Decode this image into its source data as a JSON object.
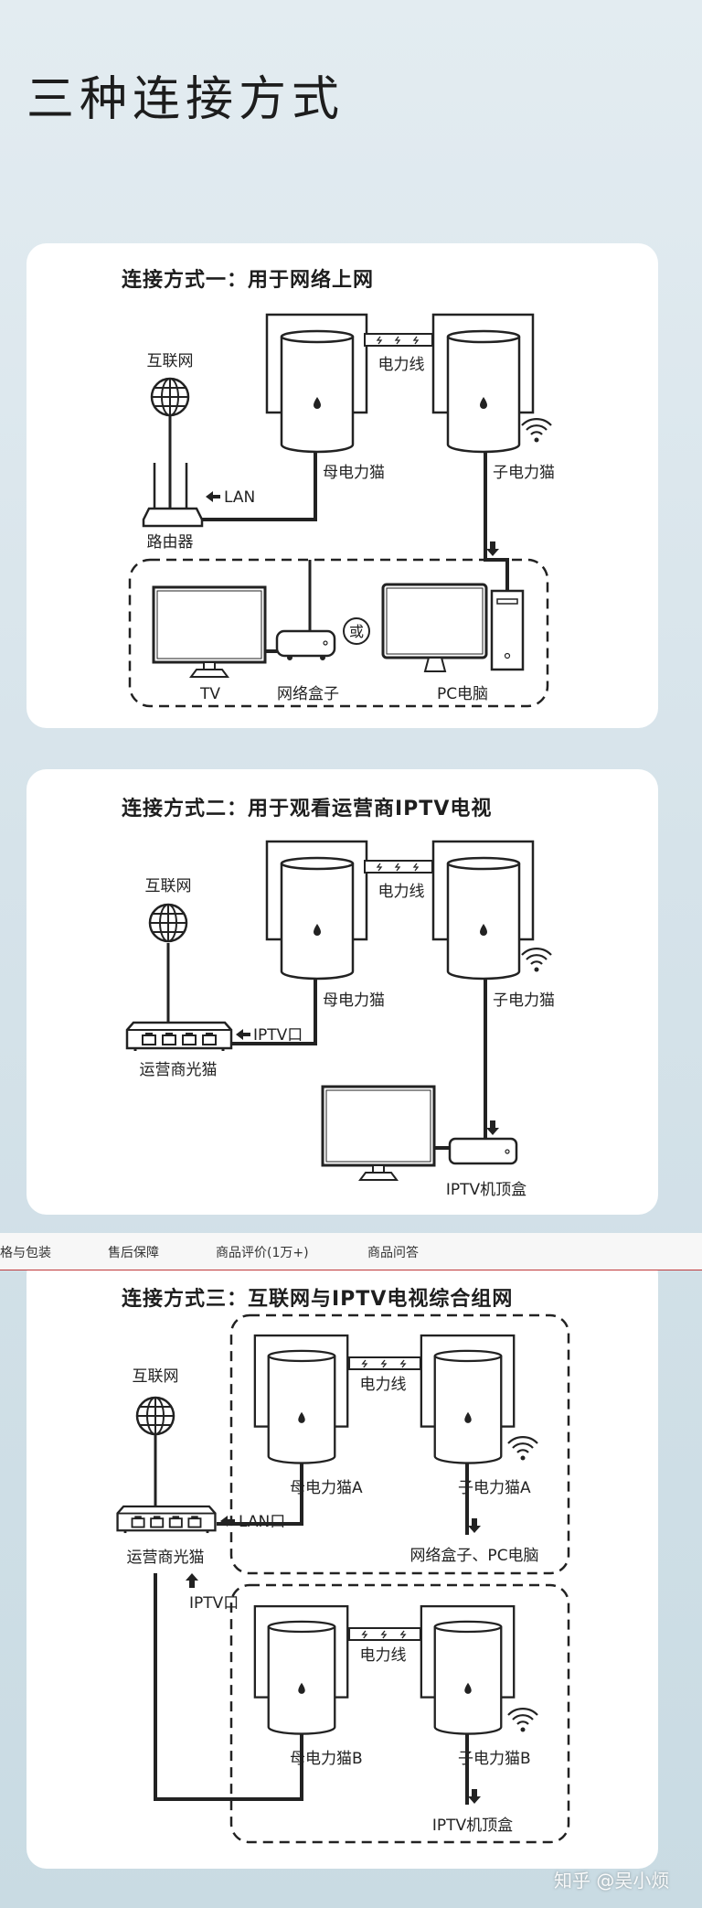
{
  "page_title": "三种连接方式",
  "cards": [
    {
      "title": "连接方式一：用于网络上网",
      "internet": "互联网",
      "router": "路由器",
      "lan": "LAN",
      "power_line": "电力线",
      "mother": "母电力猫",
      "child": "子电力猫",
      "tv": "TV",
      "net_box": "网络盒子",
      "or": "或",
      "pc": "PC电脑"
    },
    {
      "title": "连接方式二：用于观看运营商IPTV电视",
      "internet": "互联网",
      "modem": "运营商光猫",
      "iptv_port": "IPTV口",
      "power_line": "电力线",
      "mother": "母电力猫",
      "child": "子电力猫",
      "stb": "IPTV机顶盒"
    },
    {
      "title": "连接方式三：互联网与IPTV电视综合组网",
      "internet": "互联网",
      "modem": "运营商光猫",
      "lan_port": "LAN口",
      "iptv_port": "IPTV口",
      "power_line_a": "电力线",
      "power_line_b": "电力线",
      "mother_a": "母电力猫A",
      "child_a": "子电力猫A",
      "mother_b": "母电力猫B",
      "child_b": "子电力猫B",
      "dest_a": "网络盒子、PC电脑",
      "dest_b": "IPTV机顶盒"
    }
  ],
  "tabs": [
    "格与包装",
    "售后保障",
    "商品评价(1万+)",
    "商品问答"
  ],
  "watermark": "知乎 @吴小烦"
}
